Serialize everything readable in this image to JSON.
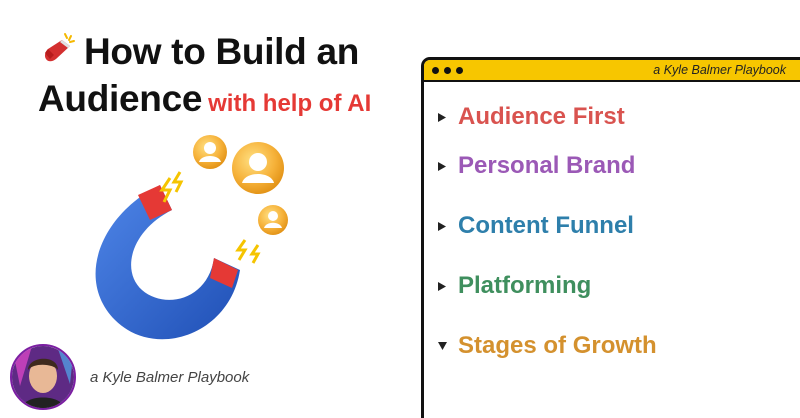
{
  "header": {
    "title_line1": "How to Build an",
    "title_line2": "Audience",
    "title_accent": "with help of AI",
    "accent_color": "#e53935"
  },
  "author": {
    "label": "a Kyle Balmer Playbook"
  },
  "window": {
    "bar_color": "#f7c600",
    "label": "a Kyle Balmer Playbook"
  },
  "menu": {
    "items": [
      {
        "label": "Audience First",
        "color": "#d9534f",
        "state": "collapsed"
      },
      {
        "label": "Personal Brand",
        "color": "#9b59b6",
        "state": "collapsed"
      },
      {
        "label": "Content Funnel",
        "color": "#2e7fab",
        "state": "collapsed"
      },
      {
        "label": "Platforming",
        "color": "#3f8f5e",
        "state": "collapsed"
      },
      {
        "label": "Stages of Growth",
        "color": "#d4912e",
        "state": "expanded"
      }
    ]
  },
  "icons": {
    "title_icon": "magnet-icon",
    "hero": "magnet-attracting-users-illustration",
    "avatar": "author-avatar",
    "collapsed_caret": "triangle-right-icon",
    "expanded_caret": "triangle-down-icon"
  }
}
